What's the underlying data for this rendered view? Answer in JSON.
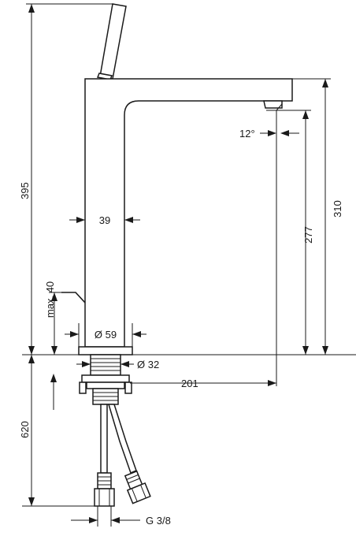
{
  "dimensions": {
    "total_height": "395",
    "spout_height": "310",
    "outlet_height": "277",
    "spout_angle": "12°",
    "body_width": "39",
    "lever_max": "max. 40",
    "base_diameter": "Ø 59",
    "hole_diameter": "Ø 32",
    "projection": "201",
    "hose_length": "620",
    "connection_thread": "G 3/8"
  }
}
